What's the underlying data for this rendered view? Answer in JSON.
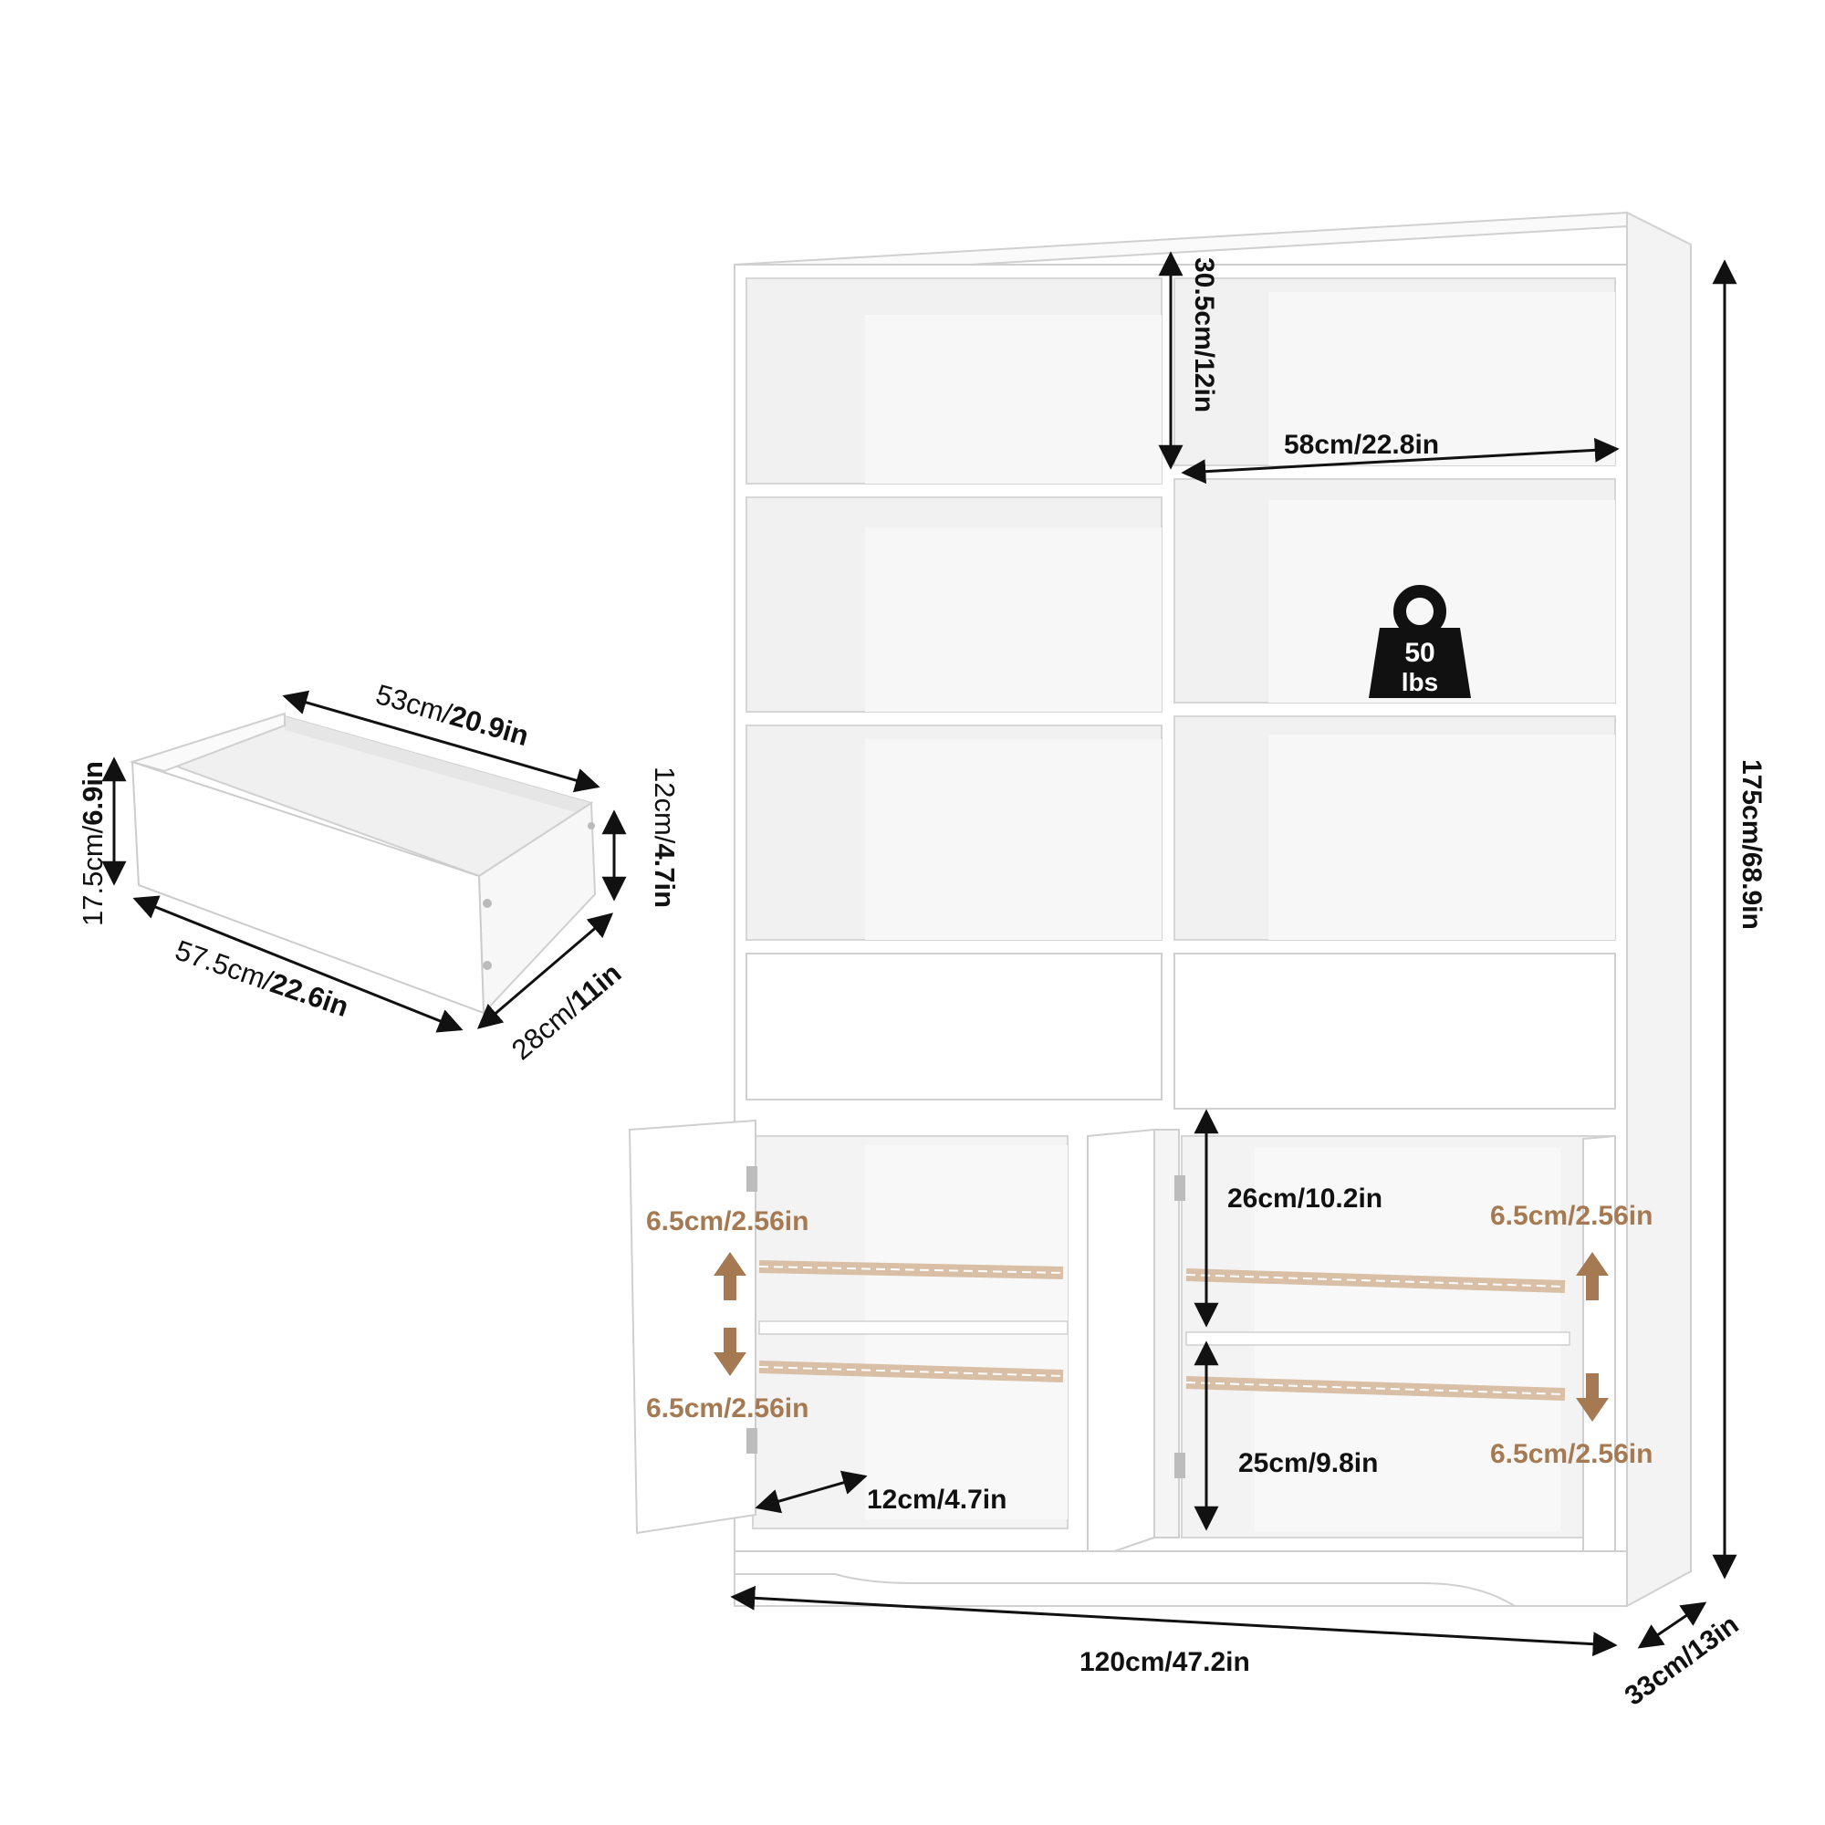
{
  "colors": {
    "panel": "#ffffff",
    "interior": "#f1f1f1",
    "edge": "#d6d6d6",
    "ink": "#111111",
    "adjust": "#a57a52",
    "shelf_band": "#d8bfa6"
  },
  "weight_badge": {
    "icon": "kettlebell-weight-icon",
    "value": "50",
    "unit": "lbs"
  },
  "cabinet": {
    "height": "175cm/68.9in",
    "width": "120cm/47.2in",
    "depth": "33cm/13in",
    "cube_height": "30.5cm/12in",
    "cube_width": "58cm/22.8in",
    "cabinet_upper_height": "26cm/10.2in",
    "cabinet_lower_height": "25cm/9.8in",
    "door_depth": "12cm/4.7in",
    "adjust_left_up": "6.5cm/2.56in",
    "adjust_left_down": "6.5cm/2.56in",
    "adjust_right_up": "6.5cm/2.56in",
    "adjust_right_down": "6.5cm/2.56in"
  },
  "drawer": {
    "inner_width_cm": "53cm/",
    "inner_width_in": "20.9in",
    "outer_width_cm": "57.5cm/",
    "outer_width_in": "22.6in",
    "outer_height_cm": "17.5cm/",
    "outer_height_in": "6.9in",
    "inner_height_cm": "12cm/",
    "inner_height_in": "4.7in",
    "depth_cm": "28cm/",
    "depth_in": "11in"
  }
}
